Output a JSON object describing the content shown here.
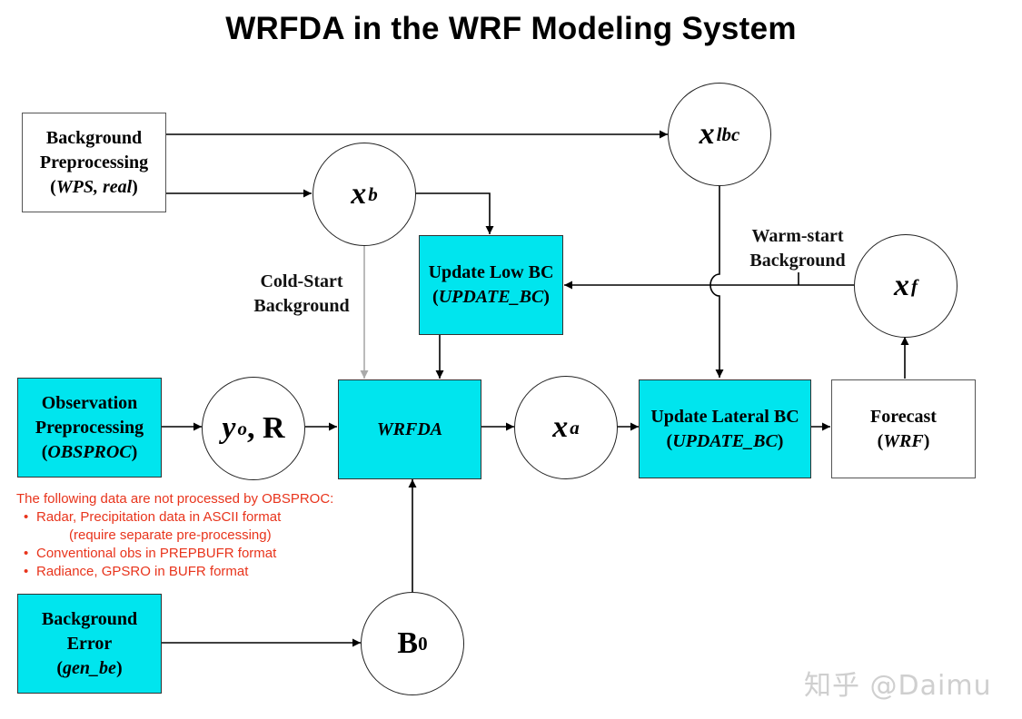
{
  "title": "WRFDA in the WRF Modeling System",
  "boxes": {
    "bg_pre": {
      "line1": "Background",
      "line2": "Preprocessing",
      "line3_open": "(",
      "line3_italic": "WPS, real",
      "line3_close": ")"
    },
    "update_low": {
      "line1": "Update Low BC",
      "line2_open": "(",
      "line2_italic": "UPDATE_BC",
      "line2_close": ")"
    },
    "obs_pre": {
      "line1": "Observation",
      "line2": "Preprocessing",
      "line3_open": "(",
      "line3_italic": "OBSPROC",
      "line3_close": ")"
    },
    "wrfda": {
      "label": "WRFDA"
    },
    "update_lat": {
      "line1": "Update Lateral BC",
      "line2_open": "(",
      "line2_italic": "UPDATE_BC",
      "line2_close": ")"
    },
    "forecast": {
      "line1": "Forecast",
      "line2_open": "(",
      "line2_italic": "WRF",
      "line2_close": ")"
    },
    "bg_err": {
      "line1": "Background",
      "line2": "Error",
      "line3_open": "(",
      "line3_italic": "gen_be",
      "line3_close": ")"
    }
  },
  "nodes": {
    "xlbc": {
      "base": "x",
      "sup": "lbc"
    },
    "xb": {
      "base": "x",
      "sup": "b"
    },
    "xf": {
      "base": "x",
      "sup": "f"
    },
    "yo": {
      "base": "y",
      "sup": "o",
      "rest": ", R"
    },
    "xa": {
      "base": "x",
      "sup": "a"
    },
    "b0": {
      "base": "B",
      "sub": "0"
    }
  },
  "labels": {
    "cold_start_1": "Cold-Start",
    "cold_start_2": "Background",
    "warm_start_1": "Warm-start",
    "warm_start_2": "Background"
  },
  "note": {
    "heading": "The following data are not processed by OBSPROC:",
    "item1": "Radar, Precipitation data in ASCII format",
    "item1_cont": "(require separate pre-processing)",
    "item2": "Conventional obs in PREPBUFR format",
    "item3": "Radiance, GPSRO in BUFR format"
  },
  "watermark": "知乎 @Daimu",
  "colors": {
    "accent_cyan": "#00e5ee",
    "note_red": "#e8341c",
    "cold_start_line": "#aaaaaa"
  }
}
